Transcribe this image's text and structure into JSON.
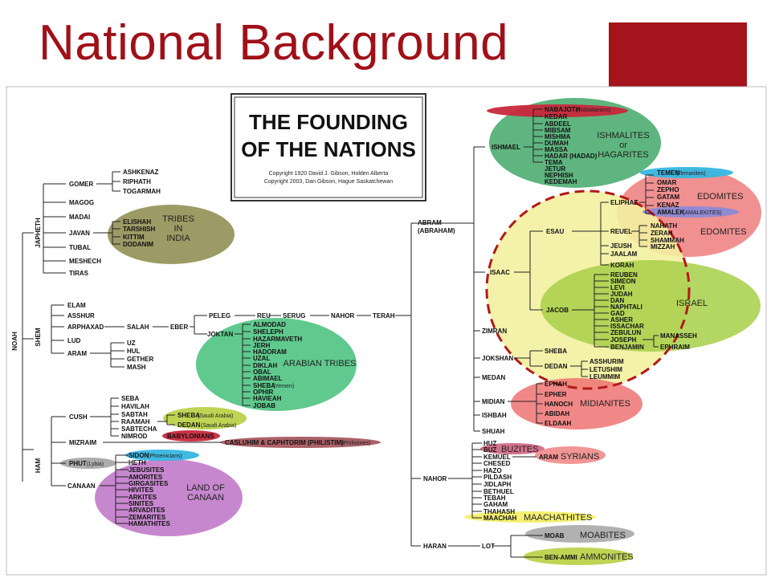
{
  "slide": {
    "title": "National Background"
  },
  "chart_box": {
    "title_line1": "THE FOUNDING",
    "title_line2": "OF THE NATIONS",
    "copy1": "Copyright 1920 David J. Gibson, Holden Alberta",
    "copy2": "Copyright 2003, Dan Gibson, Hague Saskatchewan"
  },
  "colors": {
    "title": "#a01018",
    "accent": "#a3141c"
  },
  "groups": {
    "tribes_india": "TRIBES\nIN\nINDIA",
    "arabian": "ARABIAN TRIBES",
    "canaan": "LAND OF\nCANAAN",
    "ishmalites": "ISHMALITES\nor\nHAGARITES",
    "edomites1": "EDOMITES",
    "edomites2": "EDOMITES",
    "israel": "ISRAEL",
    "midianites": "MIDIANITES",
    "buzites": "BUZITES",
    "syrians": "SYRIANS",
    "maachathites": "MAACHATHITES",
    "moabites": "MOABITES",
    "ammonites": "AMMONITES"
  },
  "names": {
    "noah": "NOAH",
    "japheth": "JAPHETH",
    "shem": "SHEM",
    "ham": "HAM",
    "gomer": "GOMER",
    "ashkenaz": "ASHKENAZ",
    "riphath": "RIPHATH",
    "togarmah": "TOGARMAH",
    "magog": "MAGOG",
    "madai": "MADAI",
    "javan": "JAVAN",
    "elishah": "ELISHAH",
    "tarshish": "TARSHISH",
    "kittim": "KITTIM",
    "dodanim": "DODANIM",
    "tubal": "TUBAL",
    "meshech": "MESHECH",
    "tiras": "TIRAS",
    "elam": "ELAM",
    "asshur": "ASSHUR",
    "arphaxad": "ARPHAXAD",
    "salah": "SALAH",
    "eber": "EBER",
    "peleg": "PELEG",
    "reu": "REU",
    "serug": "SERUG",
    "nahor_top": "NAHOR",
    "terah": "TERAH",
    "joktan": "JOKTAN",
    "almodad": "ALMODAD",
    "sheleph": "SHELEPH",
    "hazarmaveth": "HAZARMAVETH",
    "jerh": "JERH",
    "hadoram": "HADORAM",
    "uzal": "UZAL",
    "diklah": "DIKLAH",
    "obal": "OBAL",
    "abimael": "ABIMAEL",
    "sheba_yemen": "SHEBA",
    "yemen": "(Yemen)",
    "ophir": "OPHIR",
    "havileh": "HAVIEAH",
    "jobab": "JOBAB",
    "lud": "LUD",
    "aram": "ARAM",
    "uz": "UZ",
    "hul": "HUL",
    "gether": "GETHER",
    "mash": "MASH",
    "cush": "CUSH",
    "seba": "SEBA",
    "havilah": "HAVILAH",
    "sabtah": "SABTAH",
    "raamah": "RAAMAH",
    "sabtecha": "SABTECHA",
    "nimrod": "NIMROD",
    "sheba_sa": "SHEBA",
    "dedan_sa": "DEDAN",
    "saudi1": "(Saudi Arabia)",
    "saudi2": "(Saudi Arabia)",
    "babylonians": "BABYLONIANS",
    "mizraim": "MIZRAIM",
    "casluhim": "CASLUHIM & CAPHTORIM (PHILISTIM)",
    "philistines": "(Philistines)",
    "phut": "PHUT",
    "lybia": "(Lybia)",
    "canaan": "CANAAN",
    "sidon": "SIDON",
    "phoenicians": "(Phoenicians)",
    "heth": "HETH",
    "jebusites": "JEBUSITES",
    "amorites": "AMORITES",
    "girgasites": "GIRGASITES",
    "hivites": "HIVITES",
    "arkites": "ARKITES",
    "sinites": "SINITES",
    "arvadites": "ARVADITES",
    "zemarites": "ZEMARITES",
    "hamathites": "HAMATHITES",
    "abram": "ABRAM",
    "abraham": "(ABRAHAM)",
    "ishmael": "ISHMAEL",
    "nabajoth": "NABAJOTH",
    "nabataeans": "(Nabataeans)",
    "kedar": "KEDAR",
    "abdeel": "ABDEEL",
    "mibsam": "MIBSAM",
    "mishma": "MISHMA",
    "dumah": "DUMAH",
    "massa": "MASSA",
    "hadar": "HADAR (HADAD)",
    "tema": "TEMA",
    "jetur": "JETUR",
    "nephish": "NEPHISH",
    "kedemah": "KEDEMAH",
    "isaac": "ISAAC",
    "esau": "ESAU",
    "eliphaz": "ELIPHAZ",
    "teman": "TEMEN",
    "temanites": "(Temanites)",
    "omar": "OMAR",
    "zepho": "ZEPHO",
    "gatam": "GATAM",
    "kenaz": "KENAZ",
    "amalek": "AMALEK",
    "amalekites": "(AMALEKITES)",
    "reuel": "REUEL",
    "nahath": "NAHATH",
    "zerah": "ZERAH",
    "shammah": "SHAMMAH",
    "mizzah": "MIZZAH",
    "jeush": "JEUSH",
    "jaalam": "JAALAM",
    "korah": "KORAH",
    "jacob": "JACOB",
    "reuben": "REUBEN",
    "simeon": "SIMEON",
    "levi": "LEVI",
    "judah": "JUDAH",
    "dan": "DAN",
    "naphtali": "NAPHTALI",
    "gad": "GAD",
    "asher": "ASHER",
    "issachar": "ISSACHAR",
    "zebulun": "ZEBULUN",
    "joseph": "JOSEPH",
    "benjamin": "BENJAMIN",
    "manasseh": "MANASSEH",
    "ephraim": "EPHRAIM",
    "zimran": "ZIMRAN",
    "jokshan": "JOKSHAN",
    "sheba_j": "SHEBA",
    "dedan_j": "DEDAN",
    "asshurim": "ASSHURIM",
    "letushim": "LETUSHIM",
    "leummim": "LEUMMIM",
    "medan": "MEDAN",
    "midian": "MIDIAN",
    "ephah": "EPHAH",
    "epher": "EPHER",
    "hanoch": "HANOCH",
    "abidah": "ABIDAH",
    "eldaah": "ELDAAH",
    "ishbah": "ISHBAH",
    "shuah": "SHUAH",
    "nahor": "NAHOR",
    "huz": "HUZ",
    "buz": "BUZ",
    "kemuel": "KEMUEL",
    "aram_s": "ARAM",
    "chesed": "CHESED",
    "hazo": "HAZO",
    "pildash": "PILDASH",
    "jidlaph": "JIDLAPH",
    "bethuel": "BETHUEL",
    "tebah": "TEBAH",
    "gaham": "GAHAM",
    "thahash": "THAHASH",
    "maachah": "MAACHAH",
    "haran": "HARAN",
    "lot": "LOT",
    "moab": "MOAB",
    "ben_ammi": "BEN-AMMI"
  }
}
